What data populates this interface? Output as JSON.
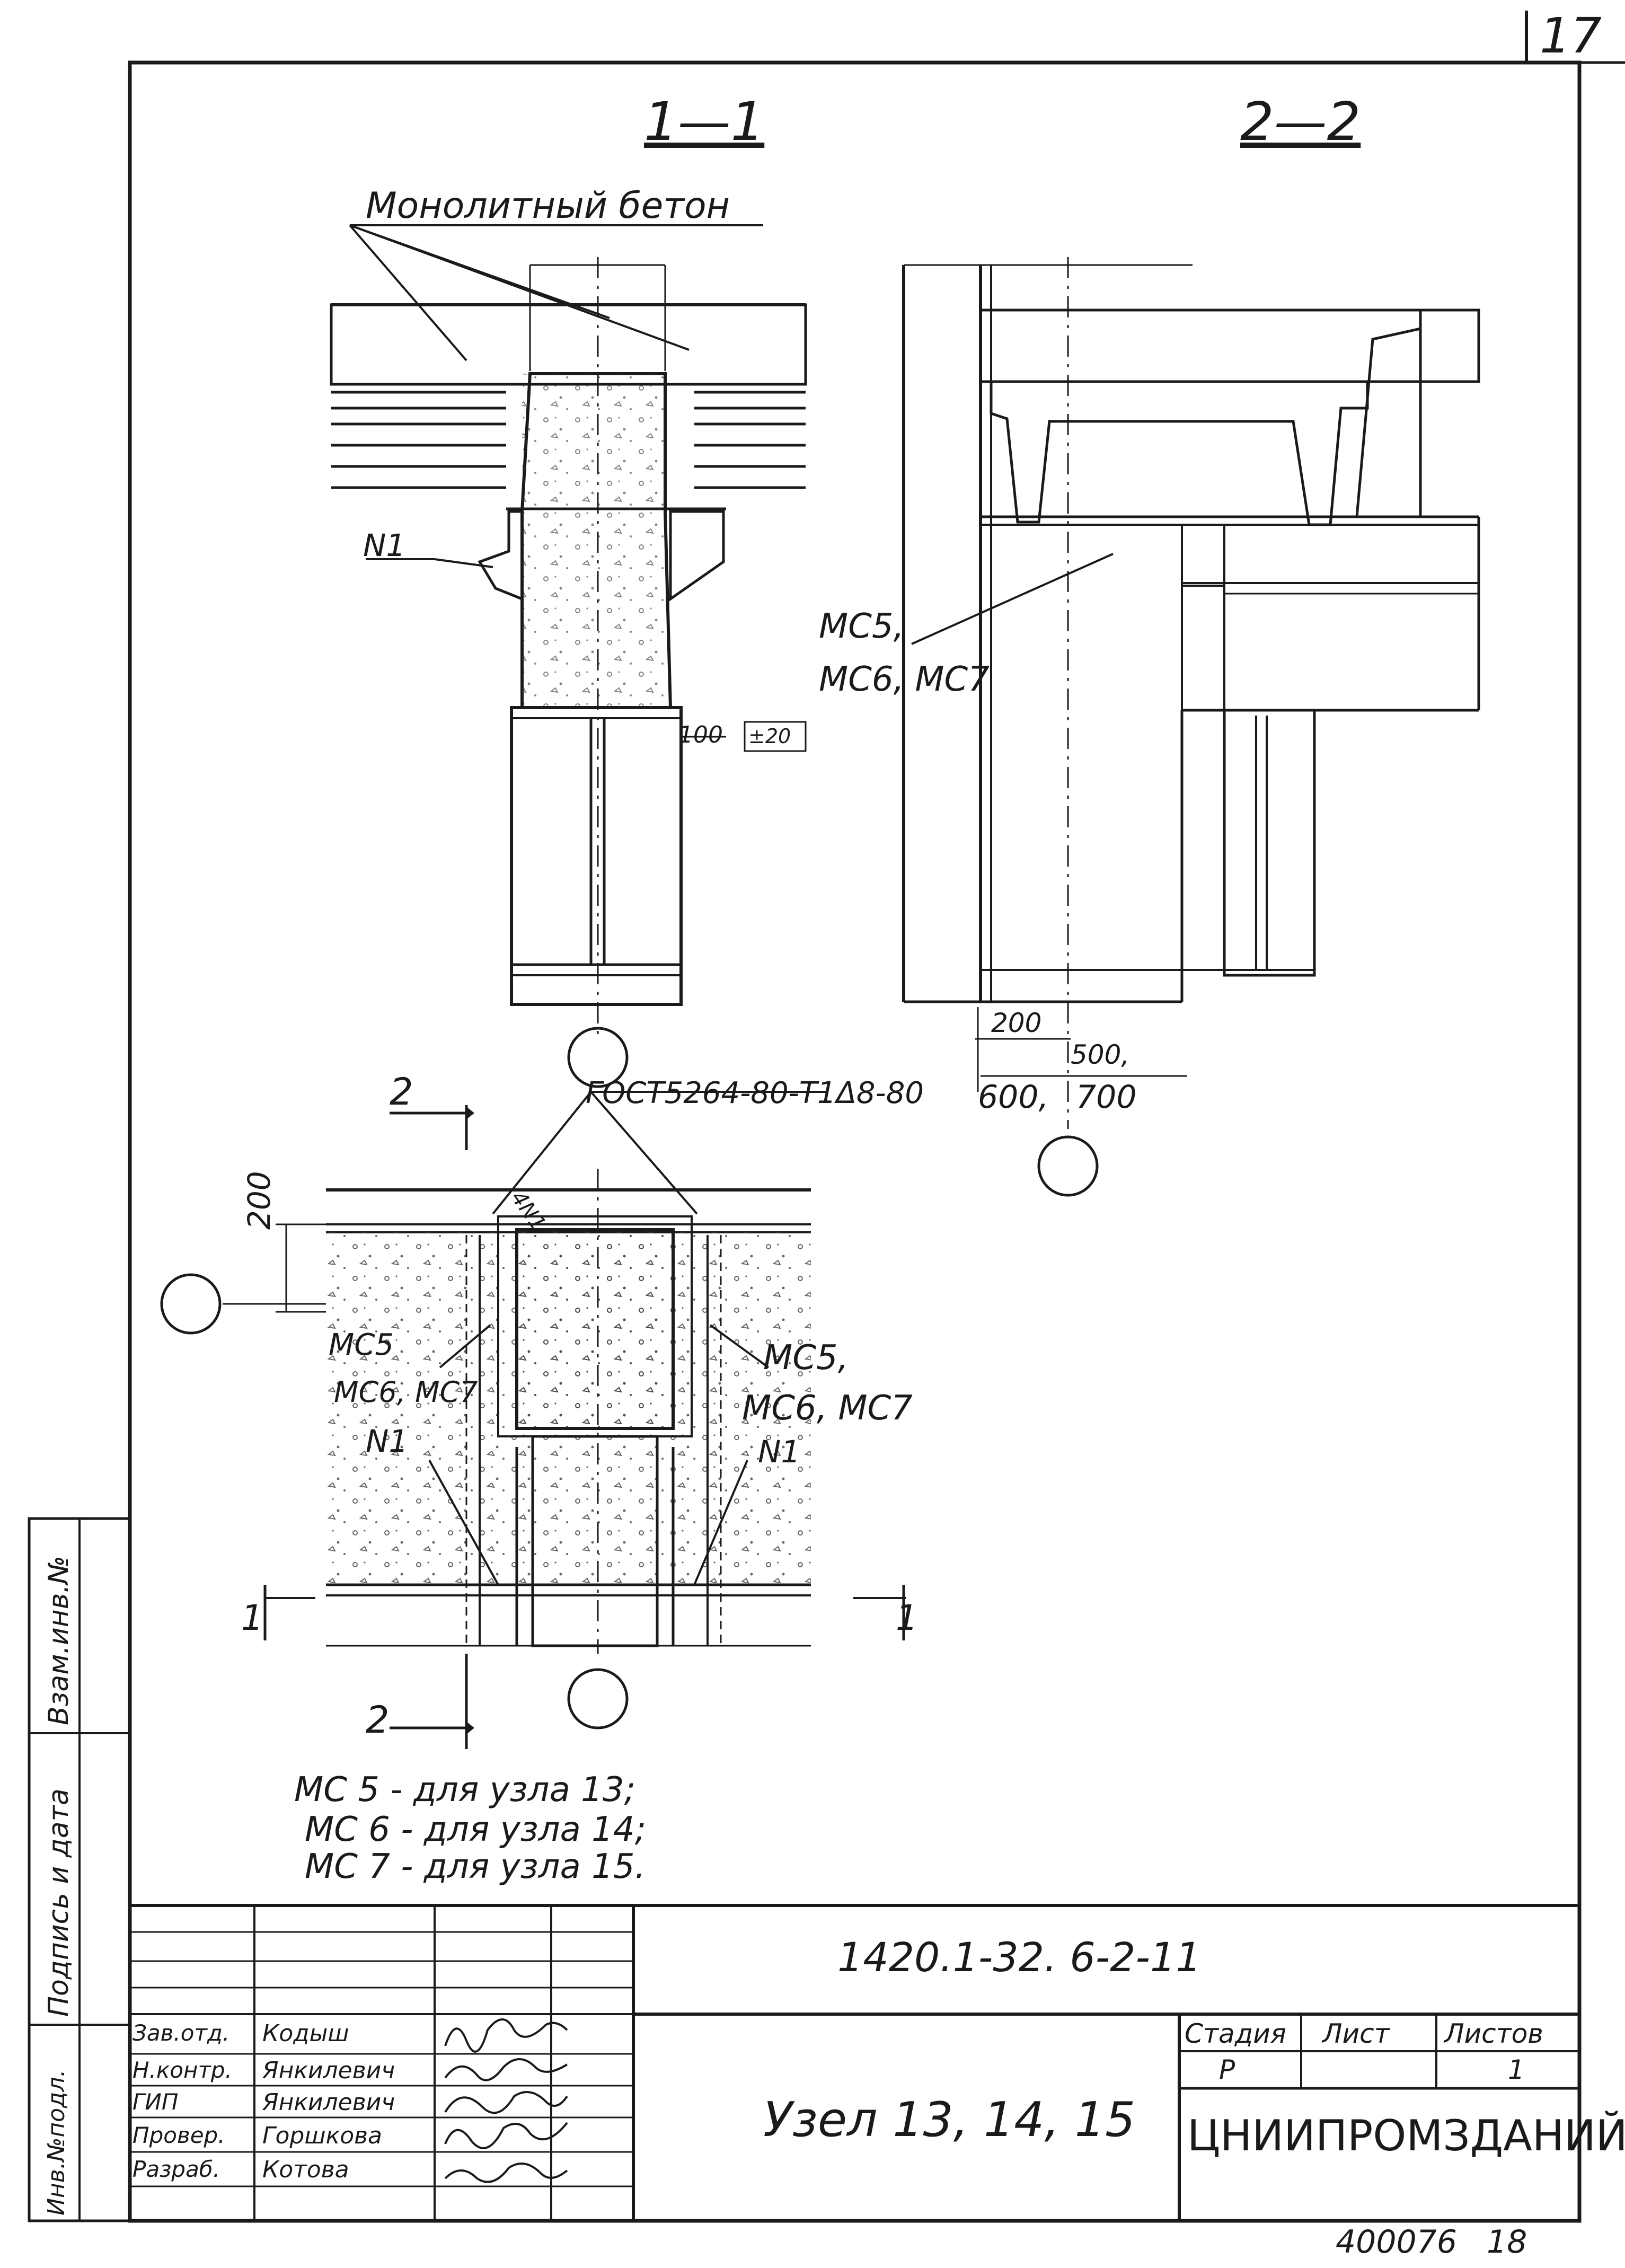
{
  "sheet_number": "17",
  "footer_code": "400076",
  "footer_page": "18",
  "section_1_label": "1—1",
  "section_2_label": "2—2",
  "concrete_label": "Монолитный бетон",
  "mark_n1": "N1",
  "mark_4n1": "4N1",
  "mark_ms5_a": "MC5,",
  "mark_ms6_ms7_a": "MC6, MC7",
  "mark_ms5_b": "MC5",
  "mark_ms6_ms7_b": "MC6, MC7",
  "mark_ms5_c": "MC5,",
  "mark_ms6_ms7_c": "MC6, MC7",
  "dim_100": "100",
  "dim_pm20": "±20",
  "dim_200_a": "200",
  "dim_500": "500,",
  "dim_600": "600,",
  "dim_700": "700",
  "dim_200_b": "200",
  "gost_note": "ГОСТ5264-80-Т1Δ8-80",
  "cut_2": "2",
  "cut_1": "1",
  "notes": [
    "MC 5 - для узла 13;",
    "MC 6 - для узла 14;",
    "MC 7 - для узла 15."
  ],
  "side_stamp": [
    "Взам.инв.№",
    "Подпись и дата",
    "Инв.№подл."
  ],
  "title_block": {
    "doc_code": "1420.1-32. 6-2-11",
    "title": "Узел 13, 14, 15",
    "org": "ЦНИИПРОМЗДАНИЙ",
    "stage_header": "Стадия",
    "sheet_header": "Лист",
    "sheets_header": "Листов",
    "stage": "Р",
    "sheets_total": "1",
    "roles": [
      "Зав.отд.",
      "Н.контр.",
      "ГИП",
      "Провер.",
      "Разраб."
    ],
    "names": [
      "Кодыш",
      "Янкилевич",
      "Янкилевич",
      "Горшкова",
      "Котова"
    ]
  }
}
